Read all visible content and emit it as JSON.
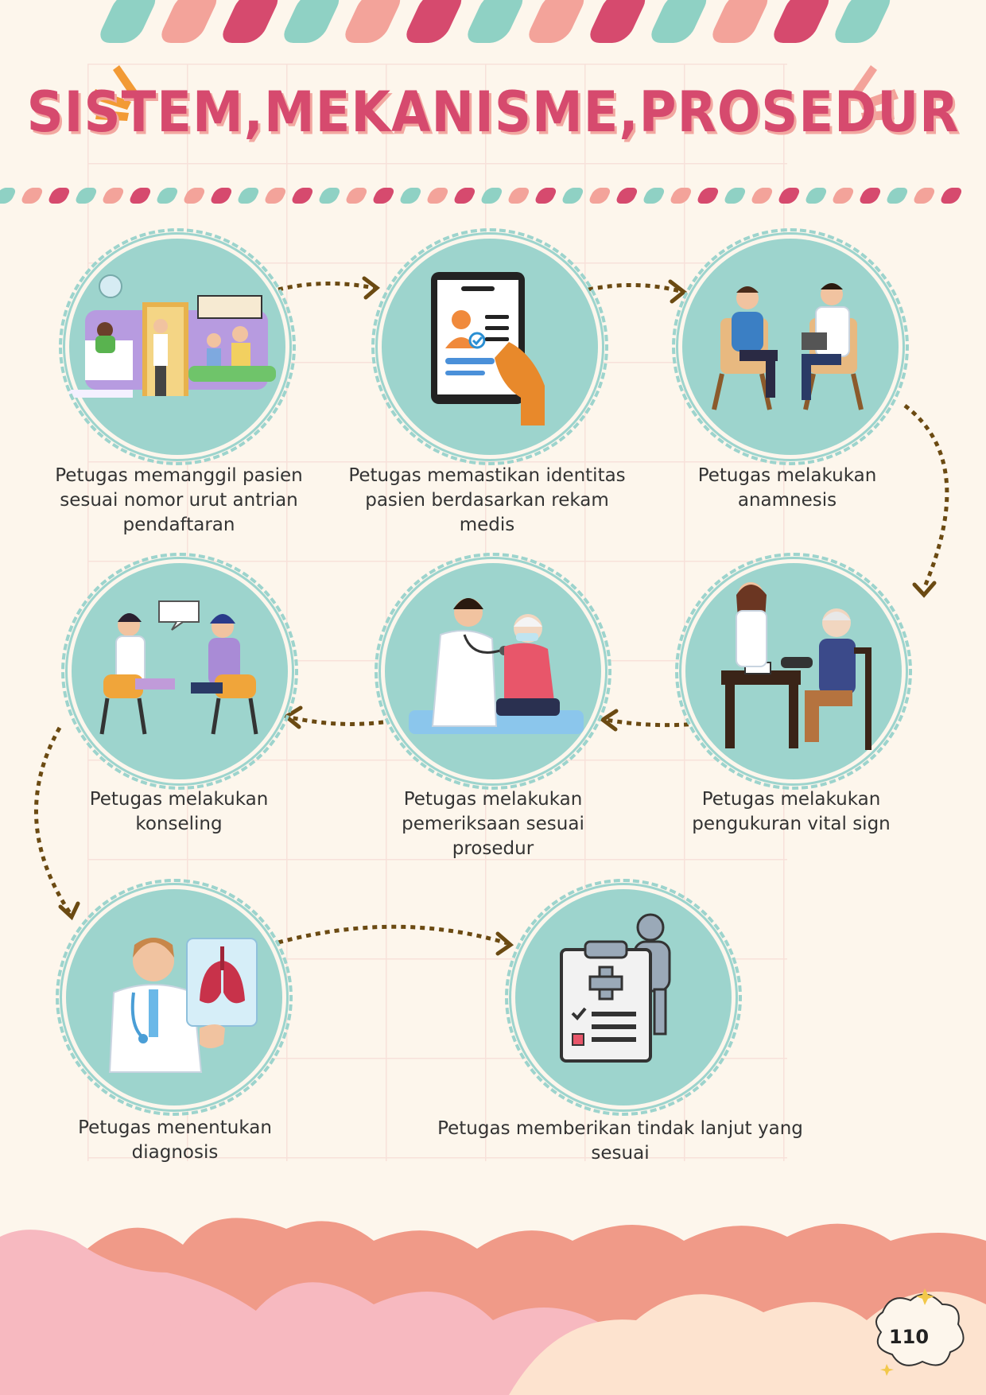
{
  "title": "SISTEM,MEKANISME,PROSEDUR",
  "steps": [
    {
      "icon": "queue-waiting-room-icon",
      "caption": "Petugas memanggil pasien sesuai nomor urut antrian pendaftaran"
    },
    {
      "icon": "medical-record-id-icon",
      "caption": "Petugas memastikan identitas pasien berdasarkan rekam medis"
    },
    {
      "icon": "doctor-patient-consultation-icon",
      "caption": "Petugas melakukan anamnesis"
    },
    {
      "icon": "blood-pressure-measurement-icon",
      "caption": "Petugas melakukan pengukuran vital sign"
    },
    {
      "icon": "stethoscope-exam-icon",
      "caption": "Petugas melakukan pemeriksaan sesuai prosedur"
    },
    {
      "icon": "counseling-conversation-icon",
      "caption": "Petugas melakukan konseling"
    },
    {
      "icon": "doctor-lungs-xray-icon",
      "caption": "Petugas menentukan diagnosis"
    },
    {
      "icon": "clipboard-follow-up-icon",
      "caption": "Petugas memberikan tindak lanjut yang sesuai"
    }
  ],
  "page_number": "110",
  "colors": {
    "background": "#fdf6ec",
    "circle": "#9dd4cd",
    "title": "#d64a6e",
    "arrow": "#6b4a12",
    "stripe_teal": "#8fd1c4",
    "stripe_pink": "#f3a39a",
    "stripe_red": "#d64a6e",
    "cloud_pink": "#f7b9c0",
    "cloud_salmon": "#f09a88"
  }
}
